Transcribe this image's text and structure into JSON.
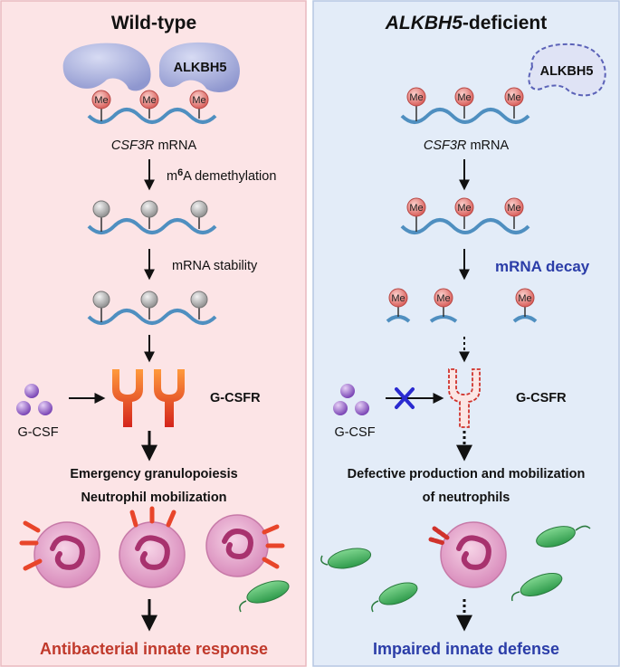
{
  "left": {
    "title": "Wild-type",
    "enzyme": "ALKBH5",
    "mrna_label": "mRNA",
    "mrna_gene": "CSF3R",
    "mark": "Me",
    "step1_prefix": "m",
    "step1_sup": "6",
    "step1_suffix": "A demethylation",
    "step2": "mRNA stability",
    "ligand": "G-CSF",
    "receptor": "G-CSFR",
    "outcome_line1": "Emergency granulopoiesis",
    "outcome_line2": "Neutrophil mobilization",
    "final": "Antibacterial innate response"
  },
  "right": {
    "title_gene": "ALKBH5",
    "title_suffix": "-deficient",
    "enzyme": "ALKBH5",
    "mrna_label": "mRNA",
    "mrna_gene": "CSF3R",
    "mark": "Me",
    "step2": "mRNA decay",
    "ligand": "G-CSF",
    "receptor": "G-CSFR",
    "outcome_line1": "Defective production and mobilization",
    "outcome_line2": "of neutrophils",
    "final": "Impaired innate defense"
  },
  "colors": {
    "left_bg": "#fce4e6",
    "right_bg": "#e3ecf8",
    "left_accent": "#c0392b",
    "right_accent": "#2b3da8",
    "enzyme": "#9ea6d6",
    "methyl": "#e88a8a",
    "rna": "#4f8fc0",
    "receptor": "#e8452a",
    "gcsf": "#8a5bbf",
    "neutrophil": "#e3a6c9",
    "bacteria": "#3fae5a"
  }
}
